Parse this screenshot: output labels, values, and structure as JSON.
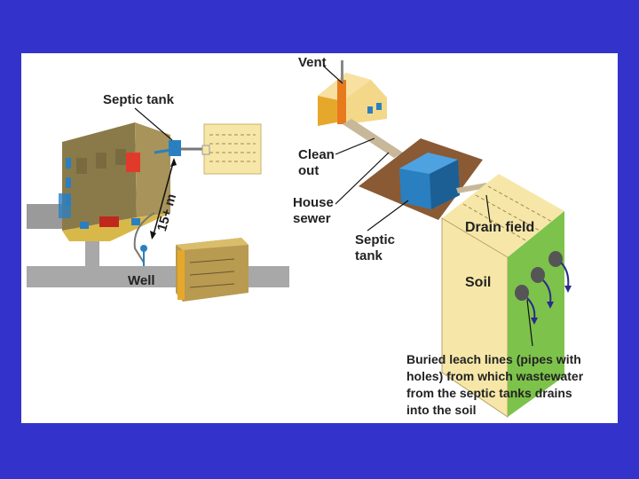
{
  "labels": {
    "vent": "Vent",
    "septic_tank_left": "Septic tank",
    "clean_out": "Clean\nout",
    "house_sewer": "House\nsewer",
    "distance": "15+ m",
    "well": "Well",
    "septic_tank_right": "Septic\ntank",
    "drain_field": "Drain field",
    "soil": "Soil",
    "leach_caption": "Buried leach lines (pipes with\nholes) from which wastewater\nfrom the septic tanks drains\ninto the soil"
  },
  "colors": {
    "background": "#3333cc",
    "panel": "#ffffff",
    "soil_green": "#7dc24b",
    "tank_blue": "#2a7fc1",
    "house_tan": "#f3d88a",
    "wall_brown": "#8b6f3a",
    "pipe_gray": "#9a9a9a",
    "vent_orange": "#e87a1e",
    "flow_arrow": "#2a2a8a"
  }
}
